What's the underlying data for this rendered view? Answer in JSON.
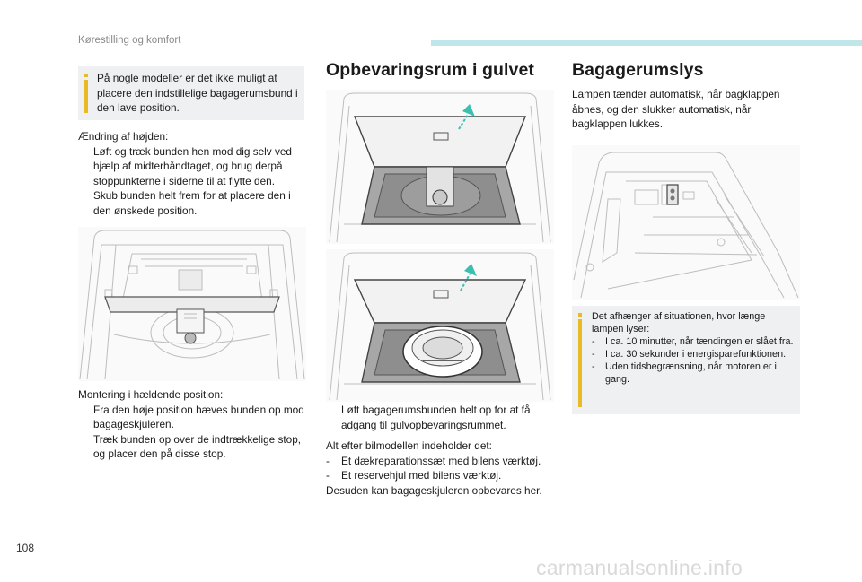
{
  "header": {
    "section_title": "Kørestilling og komfort"
  },
  "col1": {
    "note": "På nogle modeller er det ikke muligt at placere den indstillelige bagagerumsbund i den lave position.",
    "height_title": "Ændring af højden:",
    "height_steps": [
      "Løft og træk bunden hen mod dig selv ved hjælp af midterhåndtaget, og brug derpå stoppunkterne i siderne til at flytte den.",
      "Skub bunden helt frem for at placere den i den ønskede position."
    ],
    "incline_title": "Montering i hældende position:",
    "incline_steps": [
      "Fra den høje position hæves bunden op mod bagageskjuleren.",
      "Træk bunden op over de indtrækkelige stop, og placer den på disse stop."
    ]
  },
  "col2": {
    "heading": "Opbevaringsrum i gulvet",
    "step": "Løft bagagerumsbunden helt op for at få adgang til gulvopbevaringsrummet.",
    "intro": "Alt efter bilmodellen indeholder det:",
    "items": [
      "Et dækreparationssæt med bilens værktøj.",
      "Et reservehjul med bilens værktøj."
    ],
    "outro": "Desuden kan bagageskjuleren opbevares her."
  },
  "col3": {
    "heading": "Bagagerumslys",
    "text": "Lampen tænder automatisk, når bagklappen åbnes, og den slukker automatisk, når bagklappen lukkes.",
    "note_intro": "Det afhænger af situationen, hvor længe lampen lyser:",
    "note_items": [
      "I ca. 10 minutter, når tændingen er slået fra.",
      "I ca. 30 sekunder i energisparefunktionen.",
      "Uden tidsbegrænsning, når motoren er i gang."
    ]
  },
  "glyphs": {
    "bullet": "",
    "dash": "-"
  },
  "page_number": "108",
  "watermark": "carmanualsonline.info",
  "colors": {
    "accent_bar": "#bfe6e8",
    "note_marker": "#e8bb26",
    "arrow": "#3dbfb0",
    "note_bg": "#eef0f1"
  }
}
